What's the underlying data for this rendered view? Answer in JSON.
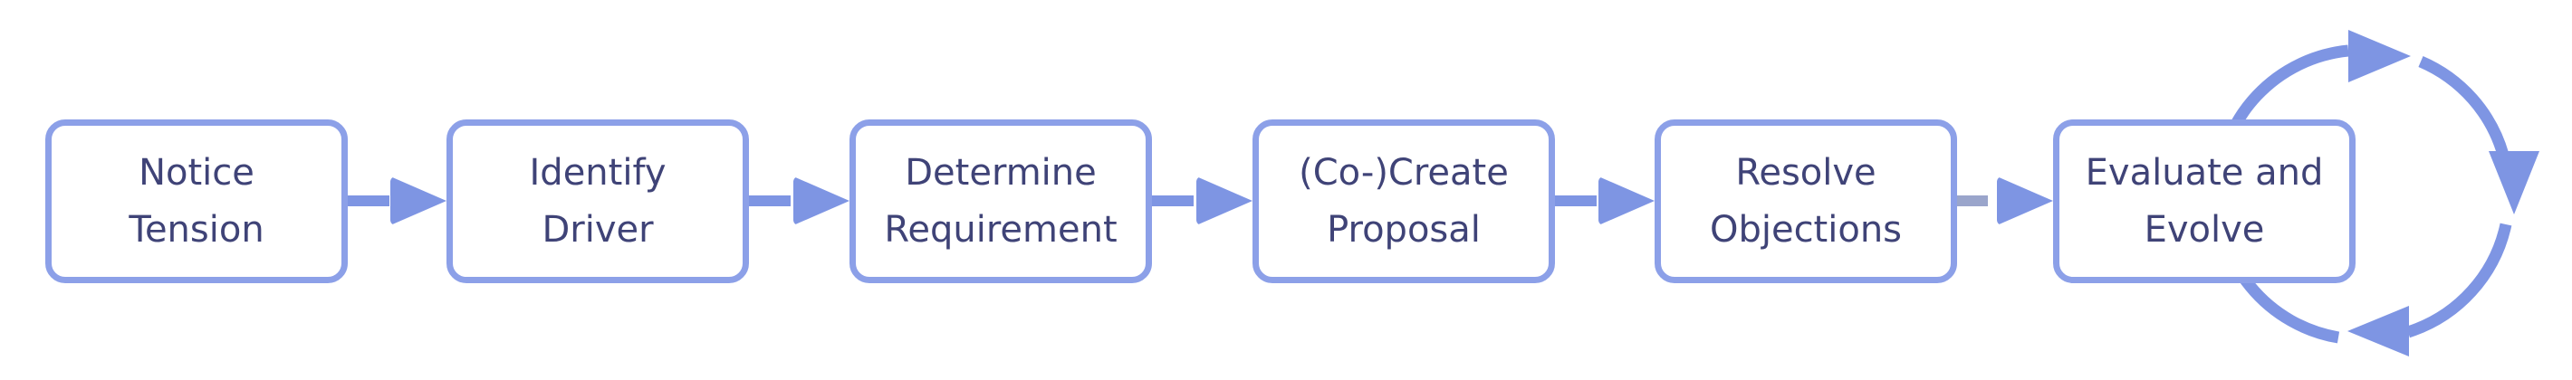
{
  "diagram": {
    "steps": [
      {
        "label": "Notice Tension",
        "lines": [
          "Notice",
          "Tension"
        ]
      },
      {
        "label": "Identify Driver",
        "lines": [
          "Identify",
          "Driver"
        ]
      },
      {
        "label": "Determine Requirement",
        "lines": [
          "Determine",
          "Requirement"
        ]
      },
      {
        "label": "(Co-)Create Proposal",
        "lines": [
          "(Co-)Create",
          "Proposal"
        ]
      },
      {
        "label": "Resolve Objections",
        "lines": [
          "Resolve",
          "Objections"
        ]
      },
      {
        "label": "Evaluate and Evolve",
        "lines": [
          "Evaluate and",
          "Evolve"
        ]
      }
    ],
    "icons": {
      "flow_connector": "right-arrow-icon",
      "loop": "clockwise-cycle-arrows-icon"
    },
    "colors": {
      "background": "#FFFFFF",
      "box_border": "#8CA0E8",
      "box_fill": "#FFFFFF",
      "text": "#3F4377",
      "arrow": "#7E95E3",
      "muted_connector_stem": "#9AA5CB"
    }
  }
}
